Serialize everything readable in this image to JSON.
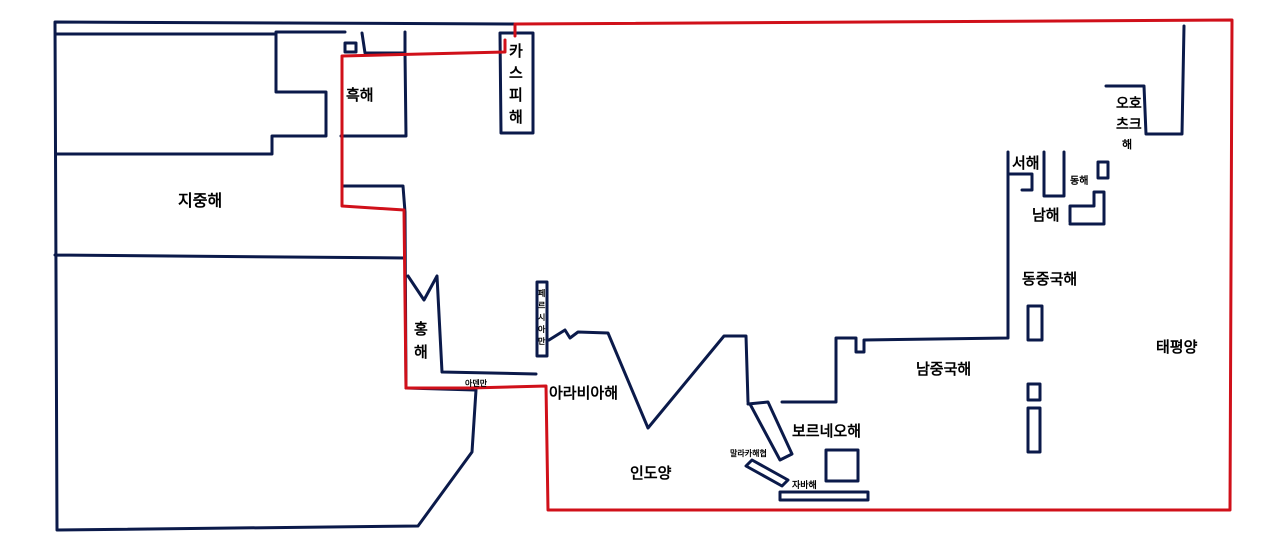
{
  "labels": {
    "jijunghae": "지중해",
    "heukhae": "흑해",
    "caspian_1": "카",
    "caspian_2": "스",
    "caspian_3": "피",
    "caspian_4": "해",
    "honghae_1": "홍",
    "honghae_2": "해",
    "aden": "아덴만",
    "persia_1": "페",
    "persia_2": "르",
    "persia_3": "시",
    "persia_4": "아",
    "persia_5": "만",
    "arabian": "아라비아해",
    "indian": "인도양",
    "malacca": "말라카해협",
    "borneo": "보르네오해",
    "java": "자바해",
    "south_china": "남중국해",
    "east_china": "동중국해",
    "yellow_sea": "서해",
    "east_sea": "동해",
    "south_sea": "남해",
    "okhotsk_1": "오호",
    "okhotsk_2": "츠크",
    "okhotsk_3": "해",
    "pacific": "태평양"
  },
  "colors": {
    "coast": "#0b1a4a",
    "border": "#d0101a",
    "text": "#000000"
  }
}
